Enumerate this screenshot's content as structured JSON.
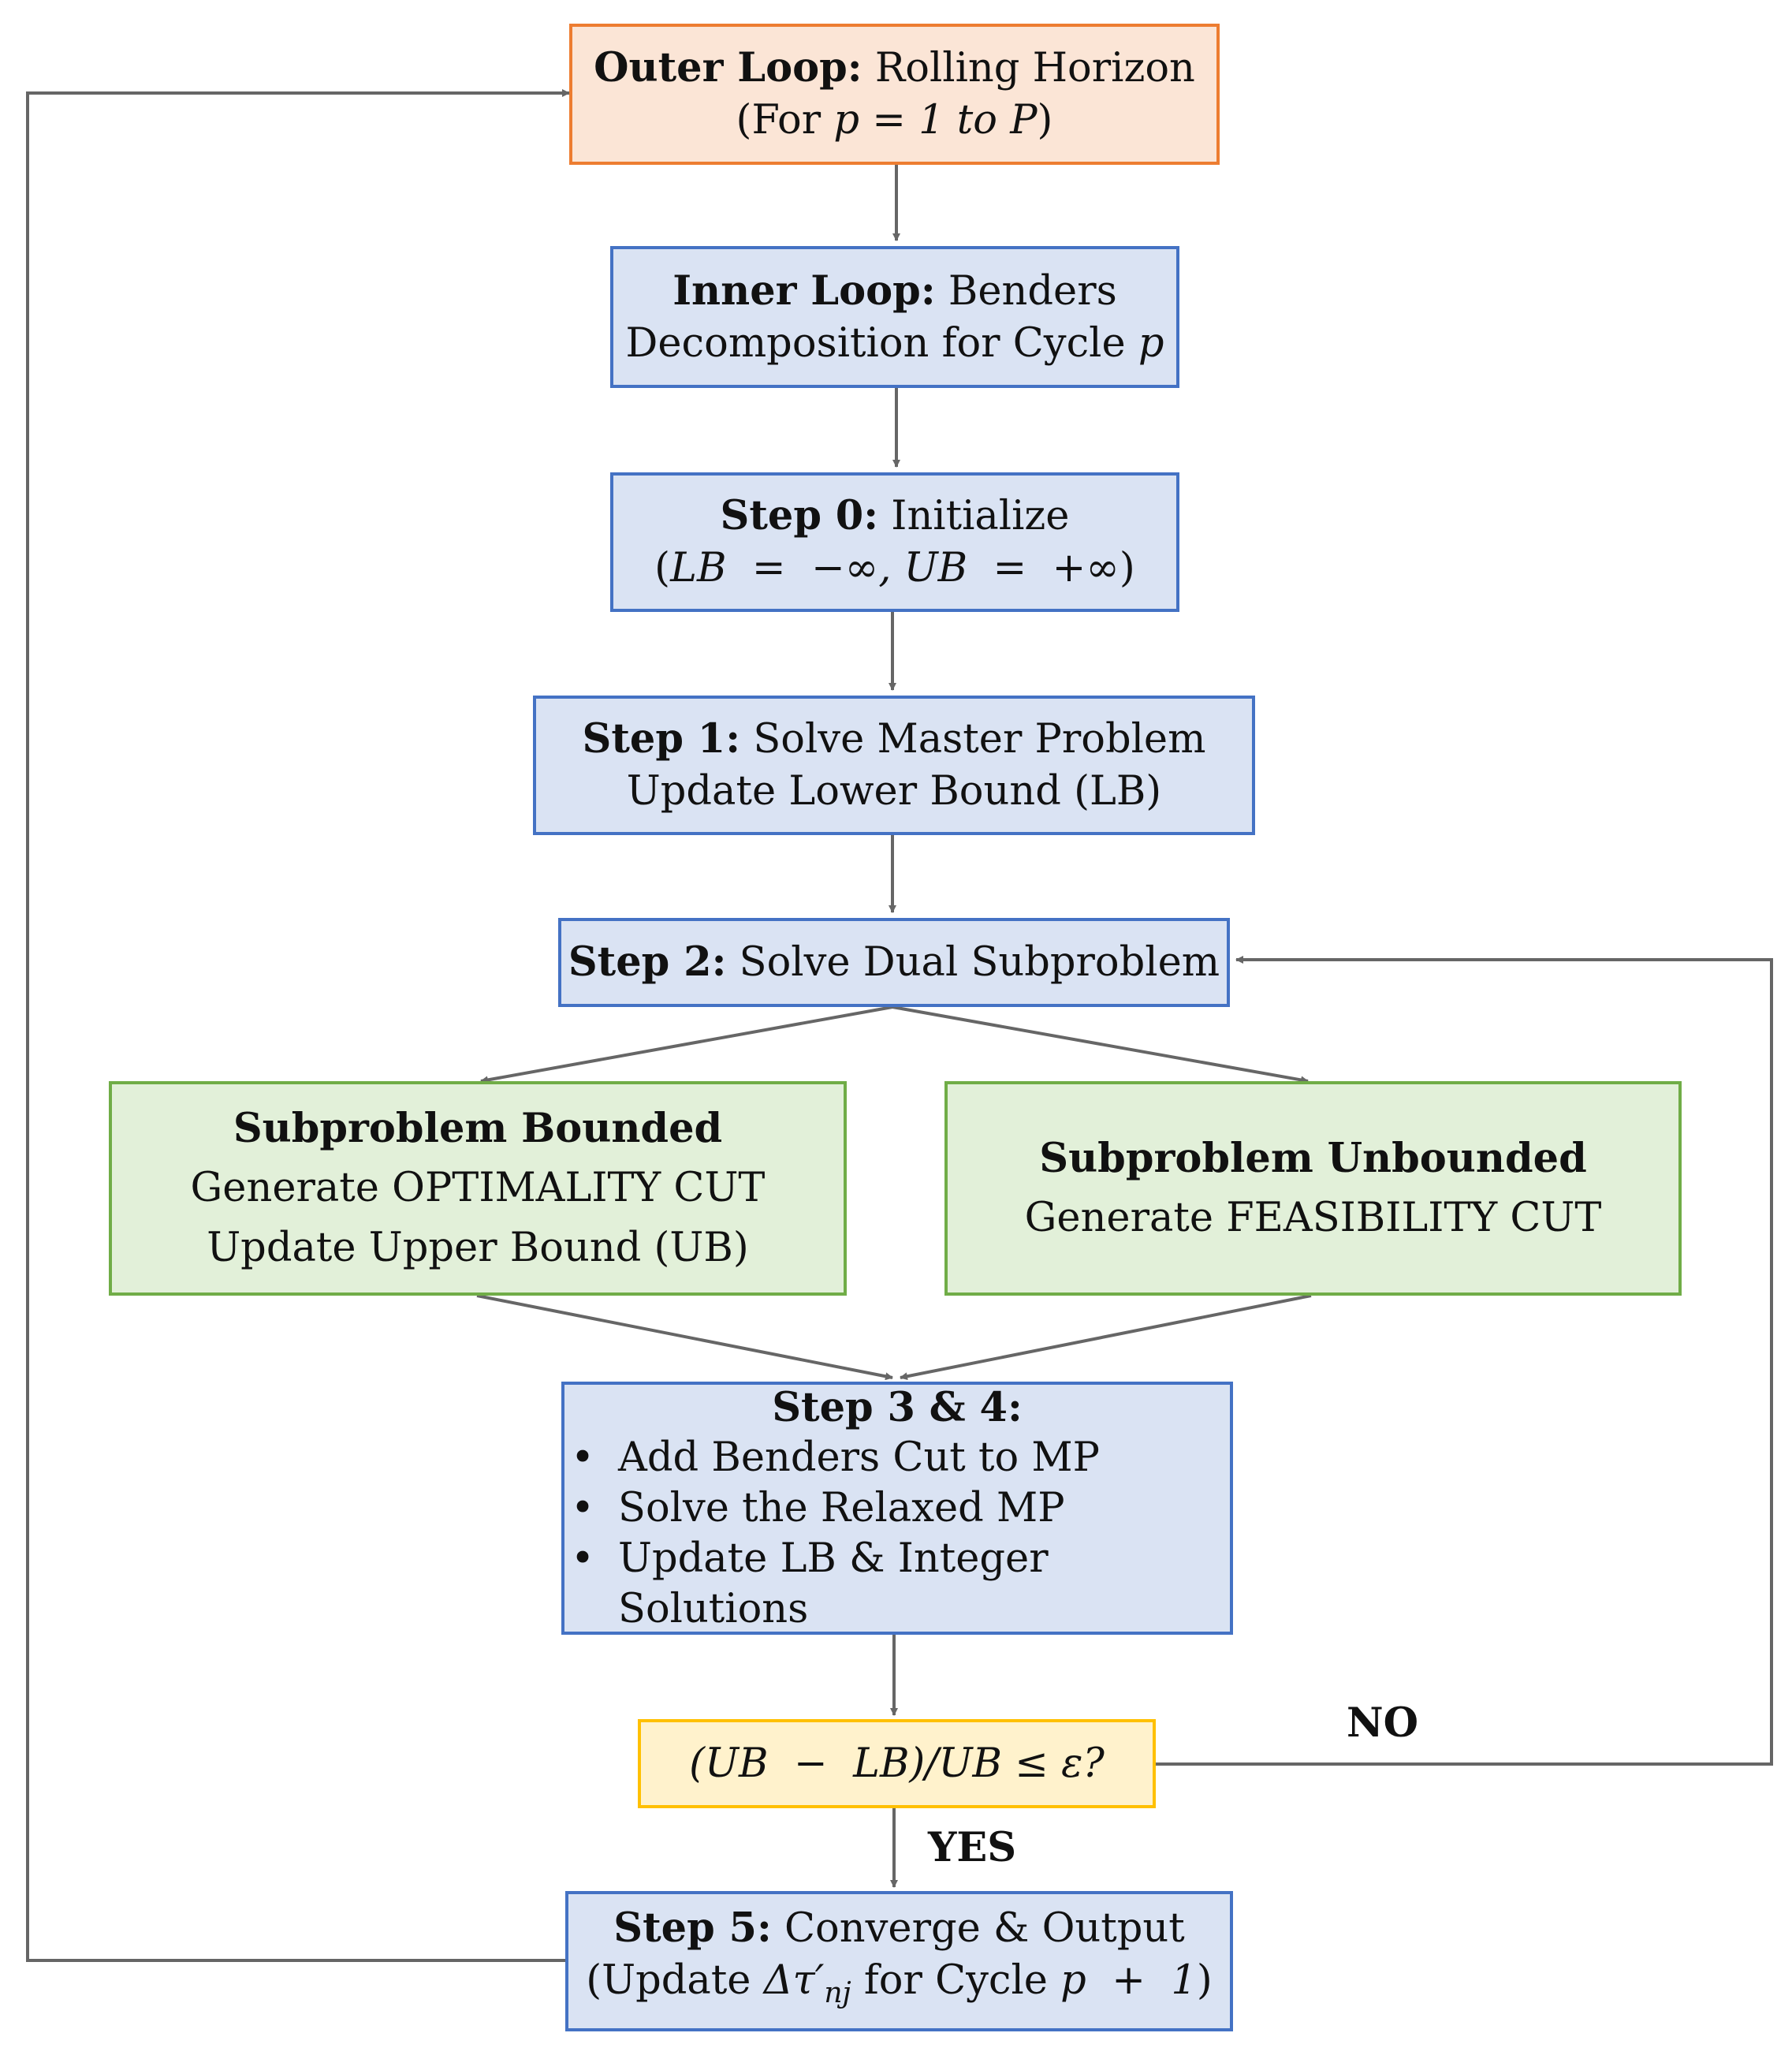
{
  "outer_loop": {
    "title": "Outer Loop:",
    "text": "Rolling Horizon",
    "line2_pre": "(For ",
    "line2_math": "p = 1 to P",
    "line2_post": ")"
  },
  "inner_loop": {
    "title": "Inner Loop:",
    "text": "Benders",
    "line2": "Decomposition for Cycle ",
    "line2_math": "p"
  },
  "step0": {
    "title": "Step 0:",
    "text": "Initialize",
    "line2_pre": "(",
    "line2_math": "LB  =  −∞, UB  =  +∞",
    "line2_post": ")"
  },
  "step1": {
    "title": "Step 1:",
    "text": "Solve Master Problem",
    "line2": "Update Lower Bound (LB)"
  },
  "step2": {
    "title": "Step 2:",
    "text": "Solve Dual Subproblem"
  },
  "bounded": {
    "title": "Subproblem Bounded",
    "line2": "Generate OPTIMALITY CUT",
    "line3": "Update Upper Bound (UB)"
  },
  "unbounded": {
    "title": "Subproblem Unbounded",
    "line2": "Generate FEASIBILITY CUT"
  },
  "step34": {
    "title": "Step 3 & 4:",
    "items": [
      "Add Benders Cut to MP",
      "Solve the Relaxed MP",
      "Update LB & Integer Solutions"
    ]
  },
  "check": {
    "math": "(UB  −  LB)/UB ≤ ε?"
  },
  "labels": {
    "no": "NO",
    "yes": "YES"
  },
  "step5": {
    "title": "Step 5:",
    "text": "Converge & Output",
    "line2_pre": "(Update ",
    "line2_math": "Δτ′",
    "line2_sub": "nj",
    "line2_post": " for Cycle ",
    "line2_math2": "p  +  1",
    "line2_end": ")"
  },
  "colors": {
    "blue_fill": "#dae3f3",
    "blue_border": "#4472c4",
    "orange_fill": "#fbe5d6",
    "orange_border": "#ed7d31",
    "green_fill": "#e2f0d9",
    "green_border": "#70ad47",
    "yellow_fill": "#fff2cc",
    "yellow_border": "#ffc000",
    "arrow": "#666666"
  }
}
